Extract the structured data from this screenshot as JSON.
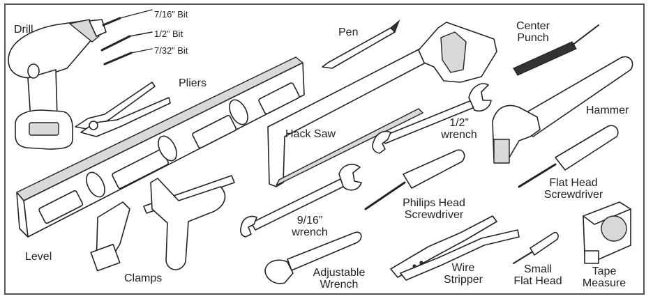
{
  "labels": {
    "drill": "Drill",
    "bit_7_16": "7/16” Bit",
    "bit_1_2": "1/2” Bit",
    "bit_7_32": "7/32” Bit",
    "pliers": "Pliers",
    "pen": "Pen",
    "center_punch": [
      "Center",
      "Punch"
    ],
    "hammer": "Hammer",
    "hack_saw": "Hack Saw",
    "wrench_half": [
      "1/2”",
      "wrench"
    ],
    "flat_head_screwdriver": [
      "Flat Head",
      "Screwdriver"
    ],
    "level": "Level",
    "clamps": "Clamps",
    "wrench_9_16": [
      "9/16”",
      "wrench"
    ],
    "philips_head_screwdriver": [
      "Philips Head",
      "Screwdriver"
    ],
    "adjustable_wrench": [
      "Adjustable",
      "Wrench"
    ],
    "wire_stripper": [
      "Wire",
      "Stripper"
    ],
    "small_flat_head": [
      "Small",
      "Flat Head"
    ],
    "tape_measure": [
      "Tape",
      "Measure"
    ]
  }
}
